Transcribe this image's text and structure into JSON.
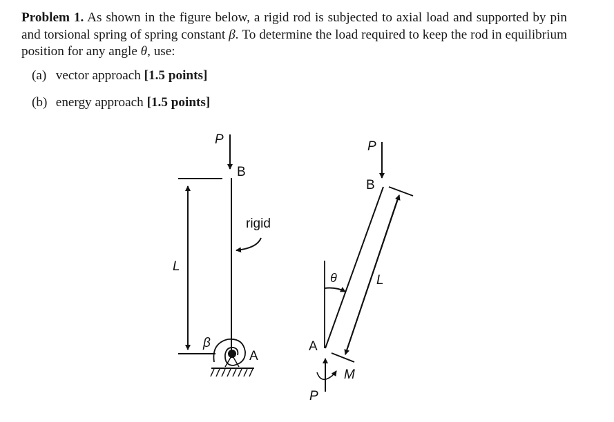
{
  "problem": {
    "heading": "Problem 1.",
    "text_1": " As shown in the figure below, a rigid rod is subjected to axial load and supported by pin and torsional spring of spring constant ",
    "beta": "β",
    "text_2": ". To determine the load required to keep the rod in equilibrium position for any angle ",
    "theta": "θ",
    "text_3": ", use:"
  },
  "items": [
    {
      "label": "(a)",
      "text": "vector approach ",
      "points": "[1.5 points]"
    },
    {
      "label": "(b)",
      "text": "energy approach ",
      "points": "[1.5 points]"
    }
  ],
  "figure": {
    "left": {
      "load_label": "P",
      "top_label": "B",
      "rod_label": "rigid",
      "length_label": "L",
      "spring_label": "β",
      "pin_label": "A"
    },
    "right": {
      "load_label": "P",
      "top_label": "B",
      "length_label": "L",
      "angle_label": "θ",
      "pin_label": "A",
      "moment_label": "M",
      "reaction_label": "P"
    }
  }
}
